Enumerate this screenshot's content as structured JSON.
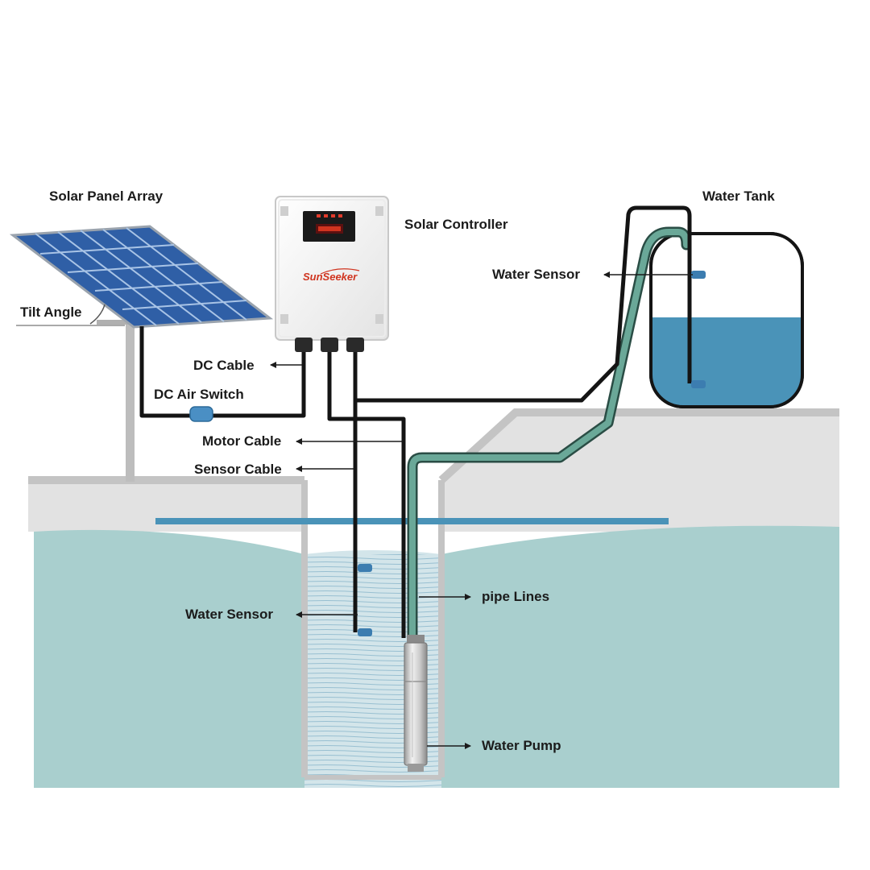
{
  "labels": {
    "solar_panel_array": "Solar Panel Array",
    "solar_controller": "Solar Controller",
    "water_tank": "Water Tank",
    "water_sensor_tank": "Water Sensor",
    "tilt_angle": "Tilt Angle",
    "dc_cable": "DC Cable",
    "dc_air_switch": "DC Air Switch",
    "motor_cable": "Motor Cable",
    "sensor_cable": "Sensor Cable",
    "water_sensor_well": "Water Sensor",
    "pipe_lines": "pipe Lines",
    "water_pump": "Water Pump"
  },
  "controller": {
    "brand": "SunSeeker"
  },
  "colors": {
    "cable": "#141414",
    "pipe": "#5f9a8a",
    "ground_water": "#a9cfce",
    "tank_water": "#4a93b8",
    "ground": "#e4e4e4",
    "panel": "#2f5fa6",
    "sensor": "#3c7db0",
    "accent_red": "#d0341f"
  }
}
